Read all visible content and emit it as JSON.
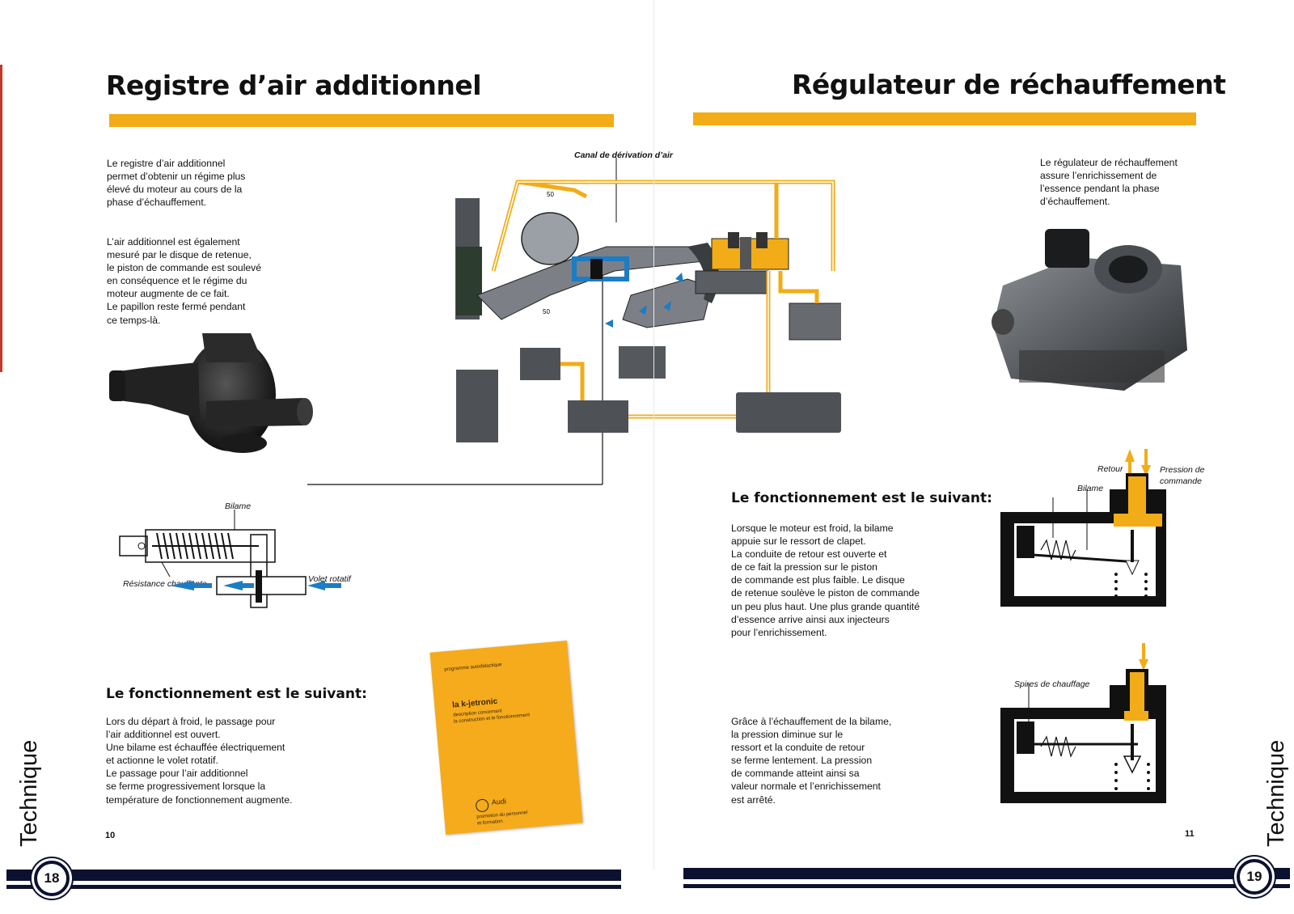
{
  "left": {
    "title": "Registre d’air additionnel",
    "intro_1": "Le registre d’air additionnel\npermet d’obtenir un régime plus\nélevé du moteur au cours de la\nphase d’échauffement.",
    "intro_2": "L’air additionnel est également\nmesuré par le disque de retenue,\nle piston de commande est soulevé\nen conséquence et le régime du\nmoteur augmente de ce fait.\nLe papillon reste fermé pendant\nce temps-là.",
    "diagram_labels": {
      "bilame": "Bilame",
      "resistance": "Résistance chauffante",
      "volet": "Volet rotatif"
    },
    "subtitle": "Le fonctionnement est le suivant:",
    "body": "Lors du départ à froid, le passage pour\nl’air additionnel est ouvert.\nUne bilame est échauffée électriquement\net actionne le volet rotatif.\nLe passage pour l’air additionnel\nse ferme progressivement lorsque la\ntempérature de fonctionnement augmente.",
    "page_number": "10",
    "side_label": "Technique",
    "badge": "18"
  },
  "center": {
    "canal_label": "Canal de dérivation d’air",
    "gauge_1": "50",
    "gauge_2": "50"
  },
  "booklet": {
    "line1": "programme autodidactique",
    "line2": "la k-jetronic",
    "line3": "description concernant",
    "line4": "la construction et le fonctionnement",
    "brand": "Audi",
    "footer1": "promotion du personnel",
    "footer2": "et formation"
  },
  "right": {
    "title": "Régulateur de réchauffement",
    "intro": "Le régulateur de réchauffement\nassure l’enrichissement de\nl’essence pendant la phase\nd’échauffement.",
    "subtitle": "Le fonctionnement est le suivant:",
    "body_1": "Lorsque le moteur est froid, la bilame\nappuie sur le ressort de clapet.\nLa conduite de retour est ouverte et\nde ce fait la pression sur le piston\nde commande est plus faible. Le disque\nde retenue soulève le piston de commande\nun peu plus haut. Une plus grande quantité\nd’essence arrive ainsi aux injecteurs\npour l’enrichissement.",
    "body_2": "Grâce à l’échauffement de la bilame,\nla pression diminue sur le\nressort et la conduite de retour\nse ferme lentement. La pression\nde commande atteint ainsi sa\nvaleur normale et l’enrichissement\nest arrêté.",
    "diagram_labels": {
      "retour": "Retour",
      "pression": "Pression de\ncommande",
      "bilame": "Bilame",
      "spires": "Spires de chauffage"
    },
    "page_number": "11",
    "side_label": "Technique",
    "badge": "19"
  },
  "colors": {
    "accent": "#f2ac17",
    "navy": "#0d1130",
    "blue": "#1c7cc4"
  }
}
